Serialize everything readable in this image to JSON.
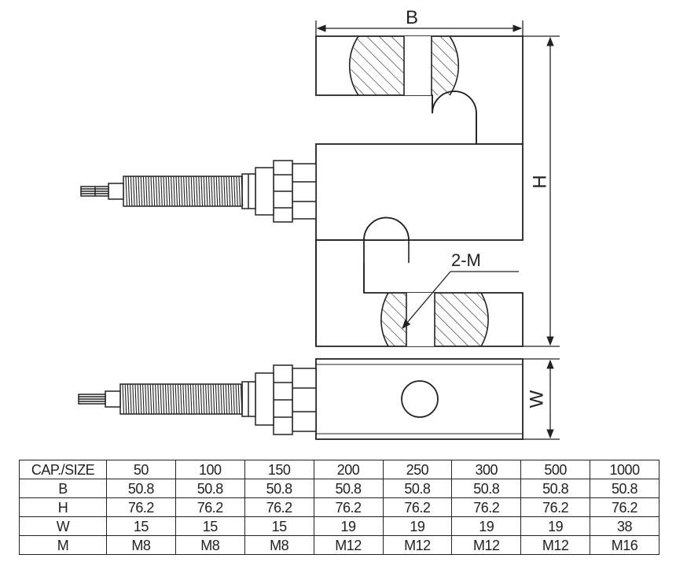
{
  "drawing": {
    "labels": {
      "width_b": "B",
      "height_h": "H",
      "thread_m": "2-M",
      "thickness_w": "W"
    }
  },
  "spec_table": {
    "rows": [
      {
        "label": "CAP./SIZE",
        "values": [
          "50",
          "100",
          "150",
          "200",
          "250",
          "300",
          "500",
          "1000"
        ]
      },
      {
        "label": "B",
        "values": [
          "50.8",
          "50.8",
          "50.8",
          "50.8",
          "50.8",
          "50.8",
          "50.8",
          "50.8"
        ]
      },
      {
        "label": "H",
        "values": [
          "76.2",
          "76.2",
          "76.2",
          "76.2",
          "76.2",
          "76.2",
          "76.2",
          "76.2"
        ]
      },
      {
        "label": "W",
        "values": [
          "15",
          "15",
          "15",
          "19",
          "19",
          "19",
          "19",
          "38"
        ]
      },
      {
        "label": "M",
        "values": [
          "M8",
          "M8",
          "M8",
          "M12",
          "M12",
          "M12",
          "M12",
          "M16"
        ]
      }
    ]
  }
}
